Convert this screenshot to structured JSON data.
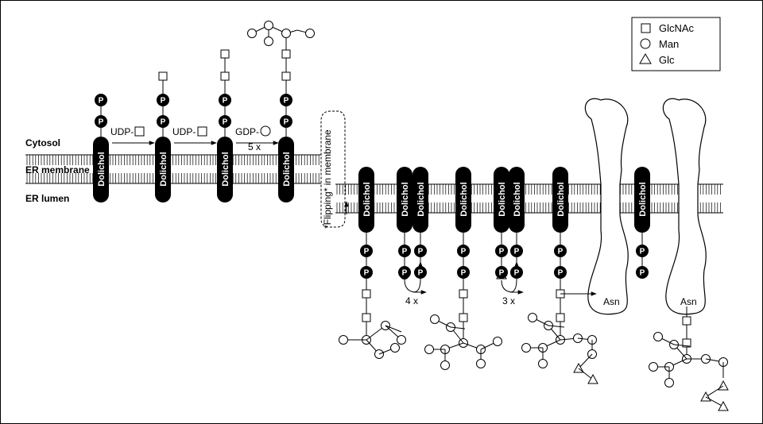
{
  "legend": {
    "glcnac": "GlcNAc",
    "man": "Man",
    "glc": "Glc"
  },
  "labels": {
    "cytosol": "Cytosol",
    "er_membrane": "ER membrane",
    "er_lumen": "ER lumen",
    "dolichol": "Dolichol",
    "phosphate": "P",
    "udp1": "UDP-",
    "udp2": "UDP-",
    "gdp": "GDP-",
    "gdp_count": "5 x",
    "flipping": "*Flipping* in membrane",
    "man_count": "4 x",
    "glc_count": "3 x",
    "asn1": "Asn",
    "asn2": "Asn"
  },
  "colors": {
    "ink": "#000000",
    "background": "#ffffff"
  }
}
